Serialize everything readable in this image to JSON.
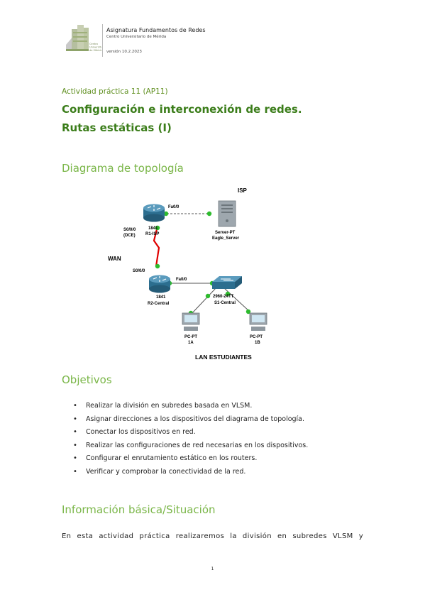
{
  "header": {
    "logo_text": "Centro Universitario de Mérida",
    "subject": "Asignatura Fundamentos de Redes",
    "centre": "Centro Universitario de Mérida",
    "version": "versión 10.2.2023"
  },
  "activity_label": "Actividad práctica 11 (AP11)",
  "title_line1": "Configuración e interconexión de redes.",
  "title_line2": "Rutas estáticas (I)",
  "topology": {
    "heading": "Diagrama de topología",
    "labels": {
      "isp": "ISP",
      "r1_fa00": "Fa0/0",
      "r1_model": "1841",
      "r1_name": "R1-ISP",
      "r1_s000": "S0/0/0",
      "r1_dce": "(DCE)",
      "server_model": "Server-PT",
      "server_name": "Eagle_Server",
      "wan": "WAN",
      "r2_s000": "S0/0/0",
      "r2_fa00": "Fa0/0",
      "r2_model": "1841",
      "r2_name": "R2-Central",
      "sw_model": "2960-24TT",
      "sw_name": "S1-Central",
      "pc1_model": "PC-PT",
      "pc1_name": "1A",
      "pc2_model": "PC-PT",
      "pc2_name": "1B",
      "lan": "LAN ESTUDIANTES"
    },
    "colors": {
      "link": "#555555",
      "wan": "#e00000",
      "port": "#2dbb2d",
      "router": "#2c6e8f"
    }
  },
  "objectives": {
    "heading": "Objetivos",
    "items": [
      "Realizar la división en subredes basada en VLSM.",
      "Asignar direcciones a los dispositivos del diagrama de topología.",
      "Conectar los dispositivos en red.",
      "Realizar las configuraciones de red necesarias en los dispositivos.",
      "Configurar el enrutamiento estático en los routers.",
      "Verificar y comprobar la conectividad de la red."
    ]
  },
  "background": {
    "heading": "Información básica/Situación",
    "text": "En esta actividad práctica realizaremos la división en subredes VLSM y"
  },
  "page_number": "1"
}
